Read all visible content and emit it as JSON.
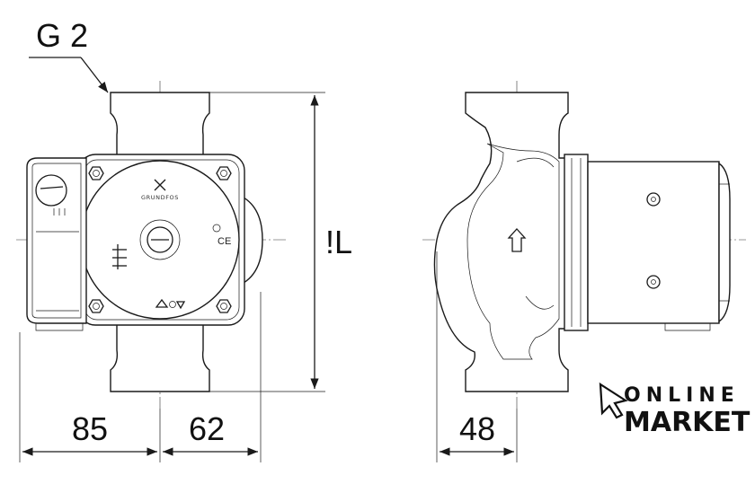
{
  "connection_label": "G 2",
  "height_label": "!L",
  "dimensions": {
    "left_width": "85",
    "right_width": "62",
    "side_depth": "48"
  },
  "pump_brand": "GRUNDFOS",
  "ce_mark": "CE",
  "watermark": {
    "line1": "ONLINE",
    "line2": "MARKET"
  }
}
